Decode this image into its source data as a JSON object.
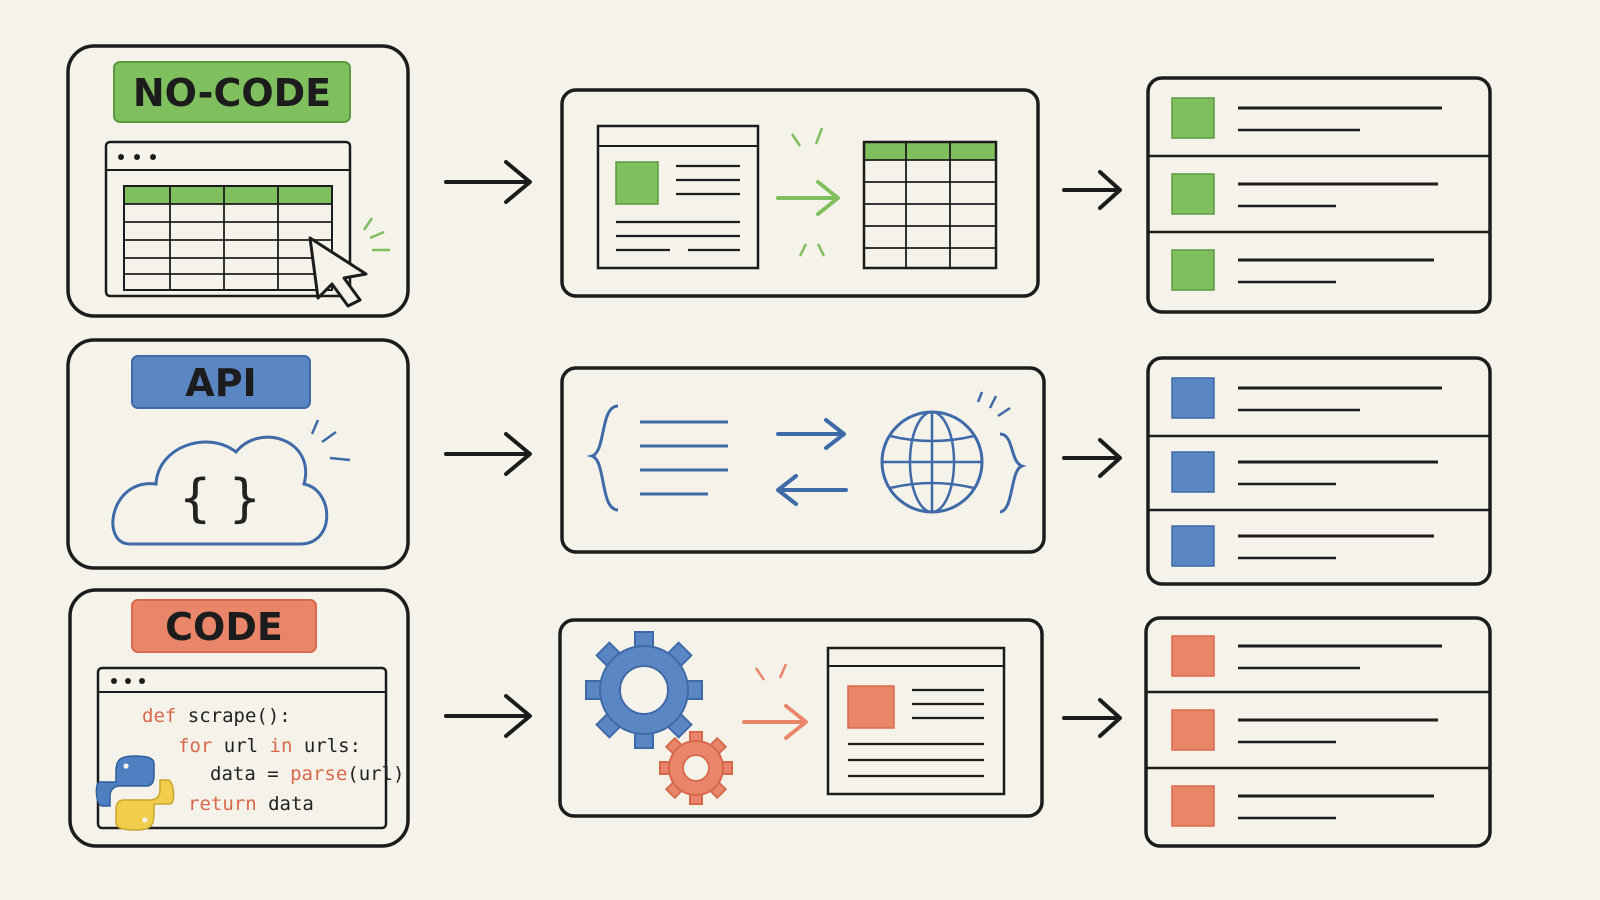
{
  "colors": {
    "background": "#f5f2ea",
    "ink": "#1c1c1c",
    "green": "#7fbf5e",
    "blue": "#5b86c4",
    "orange": "#e9866a",
    "blue_stroke": "#3f6aa8",
    "orange_stroke": "#d9694a"
  },
  "rows": [
    {
      "label": "NO-CODE",
      "label_color": "#7fbf5e",
      "source_icon": "spreadsheet-with-cursor-icon",
      "process_icon": "webpage-to-table-icon",
      "output_icon": "green-item-list-icon"
    },
    {
      "label": "API",
      "label_color": "#5b86c4",
      "source_icon": "cloud-json-icon",
      "source_glyph": "{ }",
      "process_icon": "json-exchange-globe-icon",
      "output_icon": "blue-item-list-icon"
    },
    {
      "label": "CODE",
      "label_color": "#e9866a",
      "source_icon": "python-code-window-icon",
      "process_icon": "gears-to-webpage-icon",
      "output_icon": "orange-item-list-icon"
    }
  ],
  "code_snippet": {
    "line1": {
      "kw": "def",
      "rest": " scrape():"
    },
    "line2": {
      "kw": "for",
      "mid": " url ",
      "kw2": "in",
      "rest": " urls:"
    },
    "line3": {
      "pre": "data = ",
      "fn": "parse",
      "rest": "(url)"
    },
    "line4": {
      "kw": "return",
      "rest": " data"
    }
  }
}
